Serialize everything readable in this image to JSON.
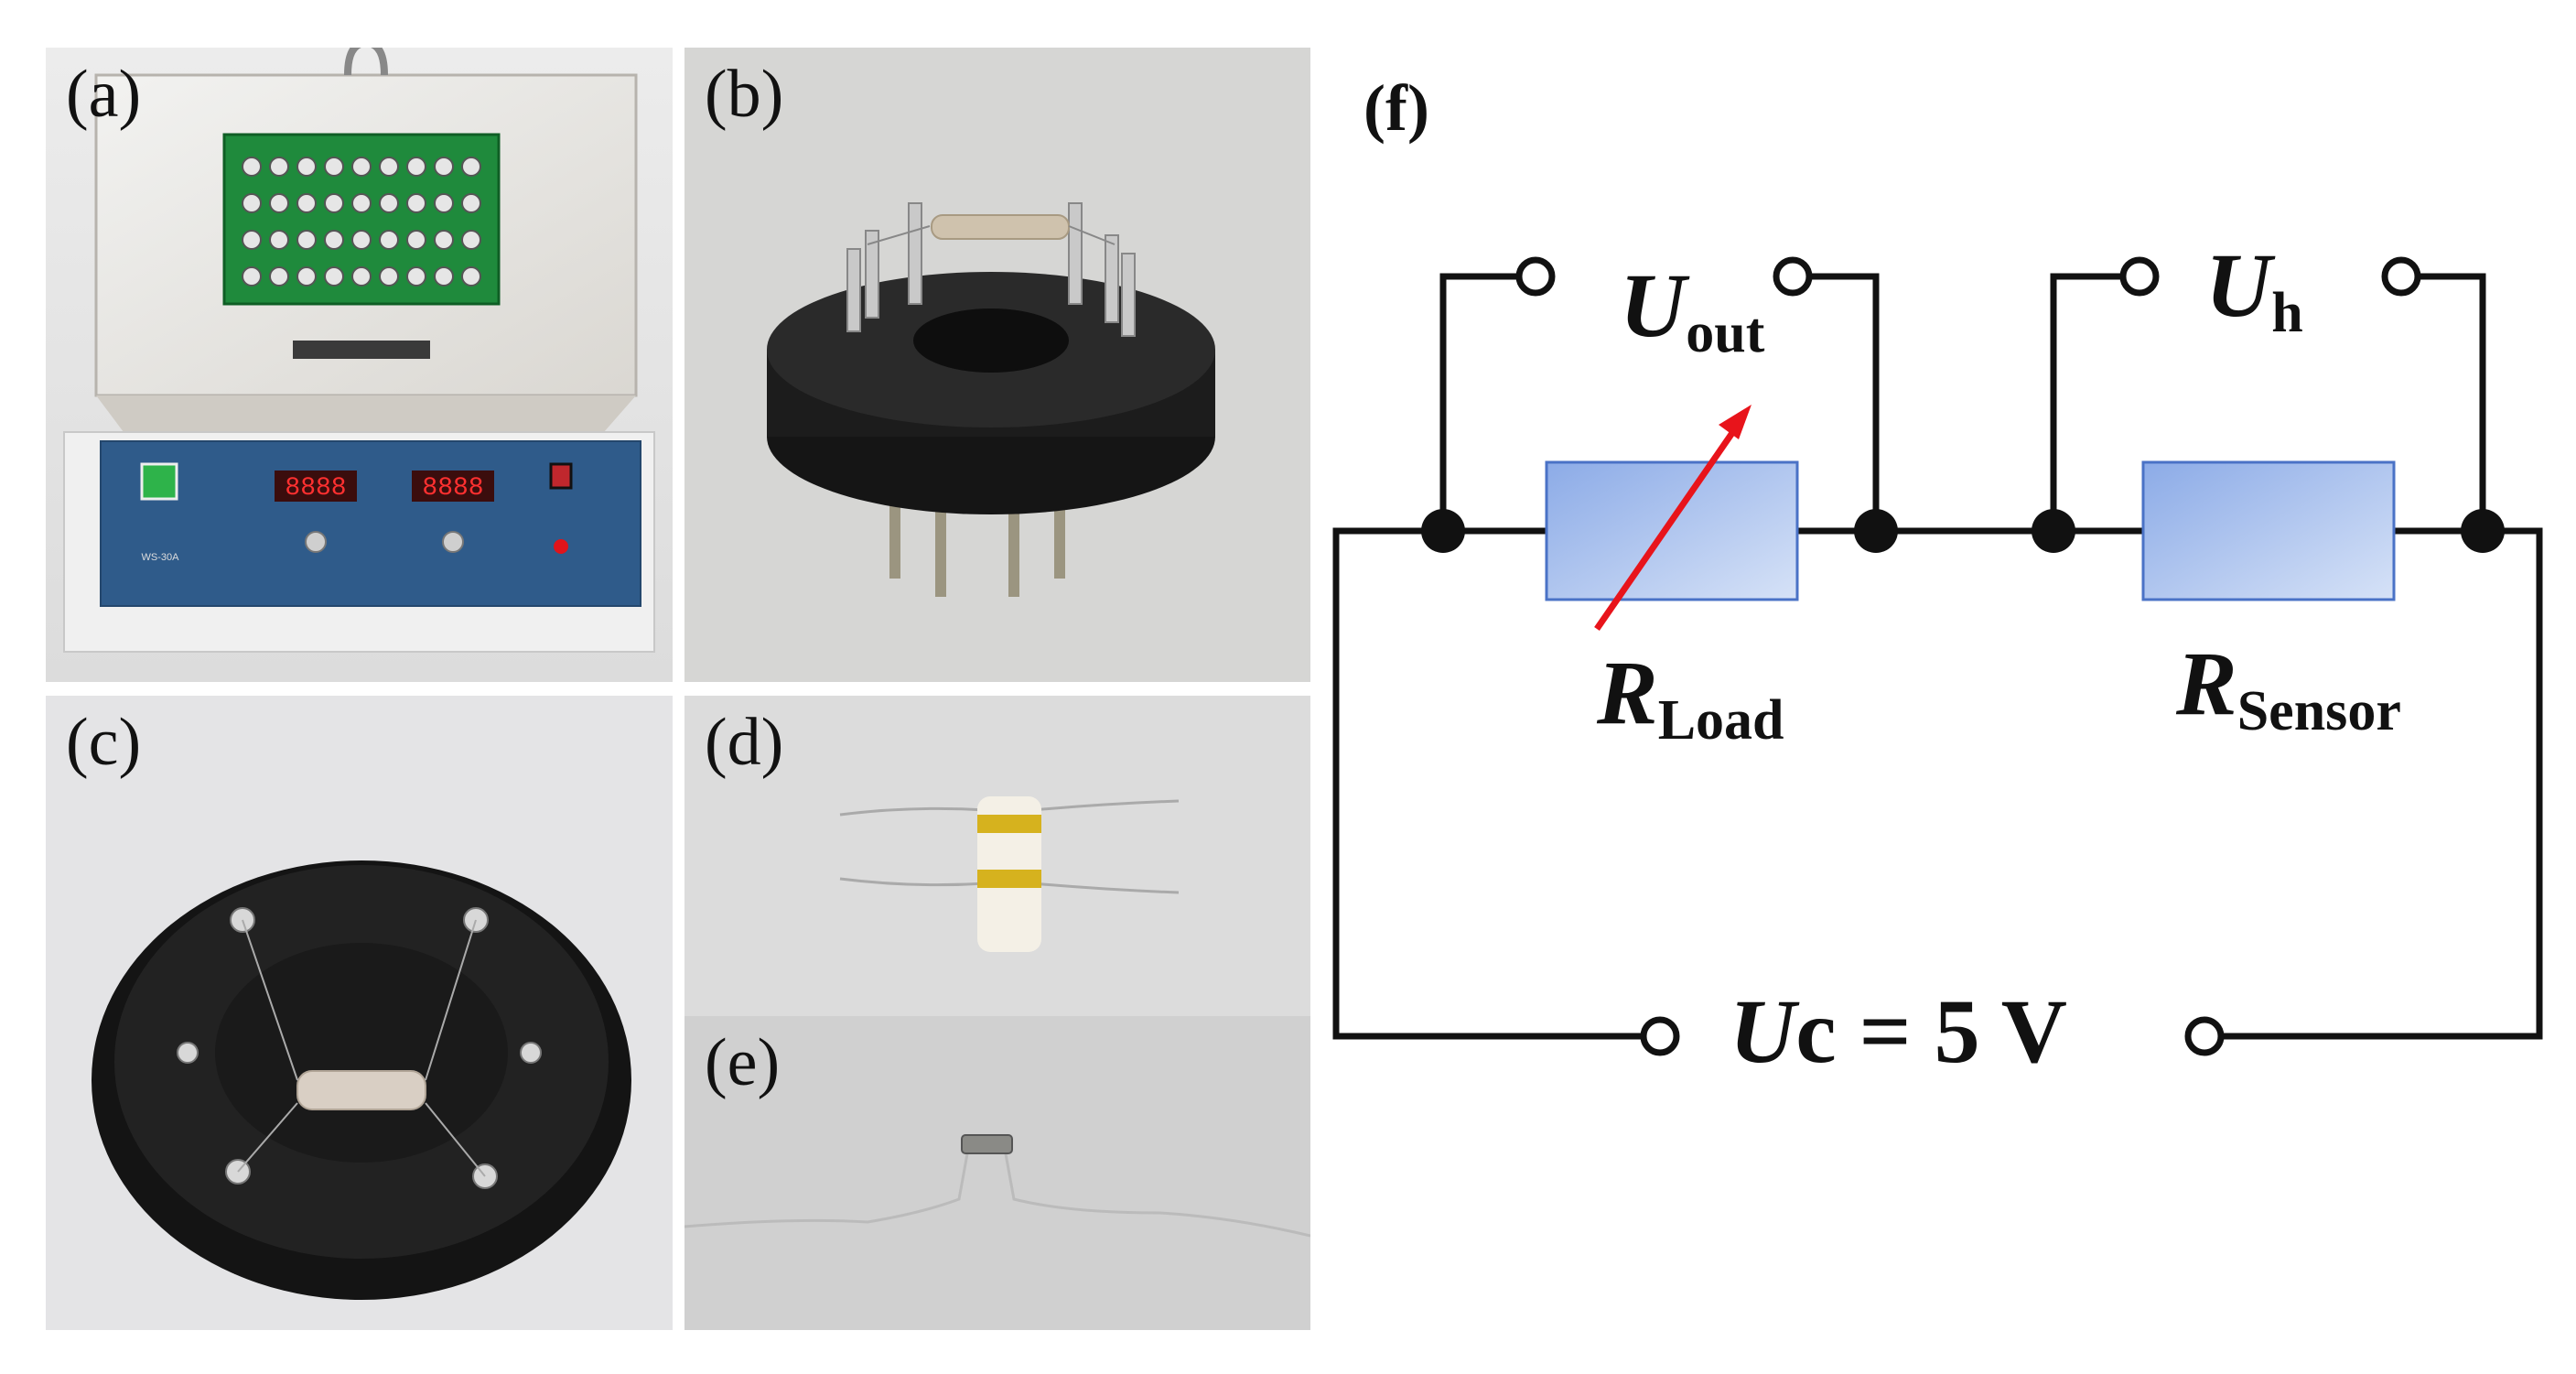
{
  "panels": {
    "a": {
      "label": "(a)",
      "device": {
        "model": "WS-30A",
        "led_left": "8888",
        "led_right": "8888"
      }
    },
    "b": {
      "label": "(b)"
    },
    "c": {
      "label": "(c)"
    },
    "d": {
      "label": "(d)"
    },
    "e": {
      "label": "(e)"
    },
    "f": {
      "label": "(f)"
    }
  },
  "circuit": {
    "u_out": {
      "symbol": "U",
      "sub": "out"
    },
    "u_h": {
      "symbol": "U",
      "sub": "h"
    },
    "r_load": {
      "symbol": "R",
      "sub": "Load"
    },
    "r_sensor": {
      "symbol": "R",
      "sub": "Sensor"
    },
    "u_c": {
      "symbol": "U",
      "rest": "c = 5 V"
    }
  },
  "colors": {
    "resistor_fill": "#a9c1ee",
    "resistor_border": "#4a72c6",
    "arrow": "#e8141b",
    "wire": "#111111"
  }
}
